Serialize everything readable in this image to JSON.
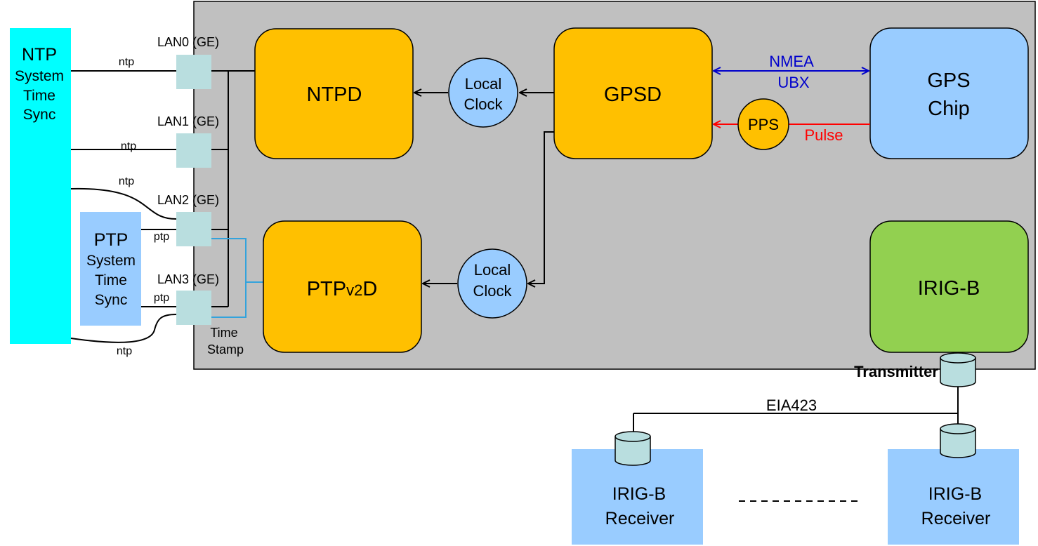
{
  "colors": {
    "board": "#c0c0c0",
    "daemon": "#ffc000",
    "chip": "#99ccff",
    "irig": "#92d050",
    "ntp_client": "#00ffff",
    "ptp_client": "#99ccff",
    "port": "#b9dedf",
    "nmea_line": "#0000cc",
    "pps_line": "#ff0000",
    "timestamp_line": "#33a3dc"
  },
  "ntp_client": {
    "title": "NTP",
    "line1": "System",
    "line2": "Time",
    "line3": "Sync"
  },
  "ptp_client": {
    "title": "PTP",
    "line1": "System",
    "line2": "Time",
    "line3": "Sync"
  },
  "ports": [
    {
      "label": "LAN0 (GE)",
      "link": "ntp"
    },
    {
      "label": "LAN1 (GE)",
      "link": "ntp"
    },
    {
      "label": "LAN2 (GE)",
      "link": "ntp",
      "link2": "ptp"
    },
    {
      "label": "LAN3 (GE)",
      "link": "ptp",
      "link2": "ntp"
    }
  ],
  "time_stamp": {
    "line1": "Time",
    "line2": "Stamp"
  },
  "ntpd": {
    "label": "NTPD"
  },
  "gpsd": {
    "label": "GPSD"
  },
  "ptpd": {
    "label_main": "PTP",
    "label_version": "v2",
    "label_end": "D"
  },
  "gps_chip": {
    "line1": "GPS",
    "line2": "Chip"
  },
  "irig_b": {
    "label": "IRIG-B"
  },
  "local_clock_top": {
    "line1": "Local",
    "line2": "Clock"
  },
  "local_clock_bottom": {
    "line1": "Local",
    "line2": "Clock"
  },
  "nmea": {
    "line1": "NMEA",
    "line2": "UBX"
  },
  "pps": {
    "label": "PPS",
    "pulse": "Pulse"
  },
  "transmitter": {
    "label": "Transmitter"
  },
  "bus": {
    "label": "EIA423"
  },
  "receivers": [
    {
      "line1": "IRIG-B",
      "line2": "Receiver"
    },
    {
      "line1": "IRIG-B",
      "line2": "Receiver"
    }
  ]
}
